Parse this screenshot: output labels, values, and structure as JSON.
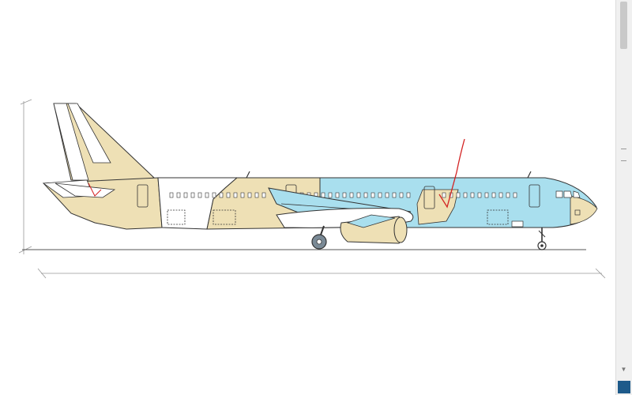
{
  "drawing": {
    "subject": "aircraft-side-livery-schematic",
    "colors": {
      "cream": "#eee0b5",
      "blue": "#a9dfee",
      "white": "#ffffff",
      "outline": "#333333",
      "check_mark": "#d32222",
      "dimension_line": "#999999",
      "baseline": "#555555"
    }
  },
  "scrollbar": {
    "up_icon": "triangle-up",
    "down_icon": "triangle-down",
    "grip_icon": "grip-lines"
  }
}
